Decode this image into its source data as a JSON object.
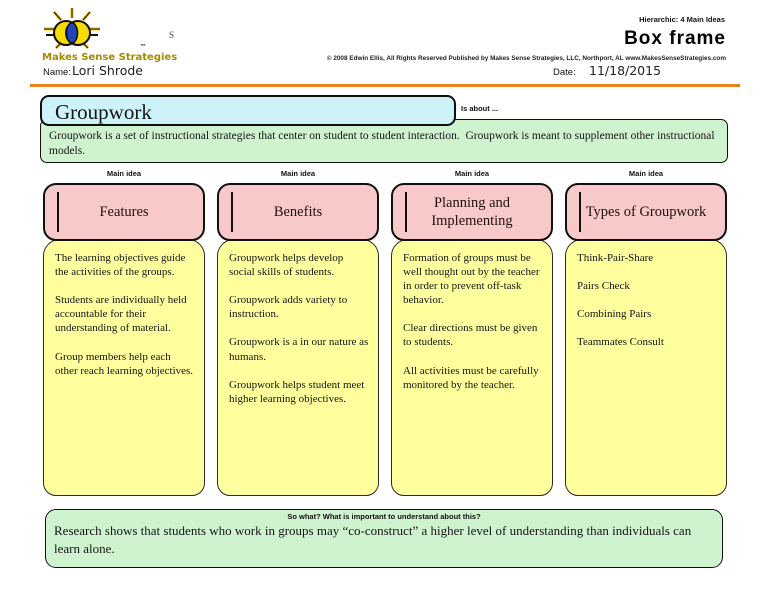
{
  "header": {
    "logo_text": "Makes Sense Strategies",
    "logo_tm": "™",
    "stray_s": "S",
    "hierarchic_label": "Hierarchic: 4 Main Ideas",
    "template_title": "Box frame",
    "copyright": "© 2008 Edwin Ellis, All Rights Reserved   Published by Makes Sense Strategies, LLC, Northport, AL   www.MakesSenseStrategies.com",
    "name_label": "Name:",
    "name_value": "Lori Shrode",
    "date_label": "Date:",
    "date_value": "11/18/2015"
  },
  "topic": {
    "title": "Groupwork",
    "is_about_label": "Is about ...",
    "description": "Groupwork is a set of instructional strategies that center on student to student interaction.  Groupwork is meant to supplement other instructional models."
  },
  "main_idea_label": "Main idea",
  "columns": [
    {
      "header": "Features",
      "details": [
        "The learning objectives guide the activities of the groups.",
        "Students are individually held accountable for their understanding of material.",
        "Group members help each other reach learning objectives."
      ]
    },
    {
      "header": "Benefits",
      "details": [
        "Groupwork helps develop social skills of students.",
        "Groupwork adds variety to instruction.",
        "Groupwork is a in our nature as humans.",
        "Groupwork helps student meet higher learning objectives."
      ]
    },
    {
      "header": "Planning and Implementing",
      "details": [
        "Formation of groups must be well thought out by the teacher in order to prevent off-task behavior.",
        "Clear directions must be given to students.",
        "All activities must be carefully monitored by the teacher."
      ]
    },
    {
      "header": "Types of Groupwork",
      "details": [
        "Think-Pair-Share",
        "Pairs Check",
        "Combining Pairs",
        "Teammates Consult"
      ]
    }
  ],
  "so_what": {
    "label": "So what? What is important to understand about this?",
    "text": "Research shows that students who work in groups may “co-construct” a higher level of understanding than individuals can learn alone."
  },
  "colors": {
    "topic_fill": "#cdf2f8",
    "description_fill": "#cff3cf",
    "main_idea_fill": "#f7c9c9",
    "detail_fill": "#ffff9e",
    "rule_orange": "#e8821e",
    "logo_gold": "#a88a00"
  }
}
